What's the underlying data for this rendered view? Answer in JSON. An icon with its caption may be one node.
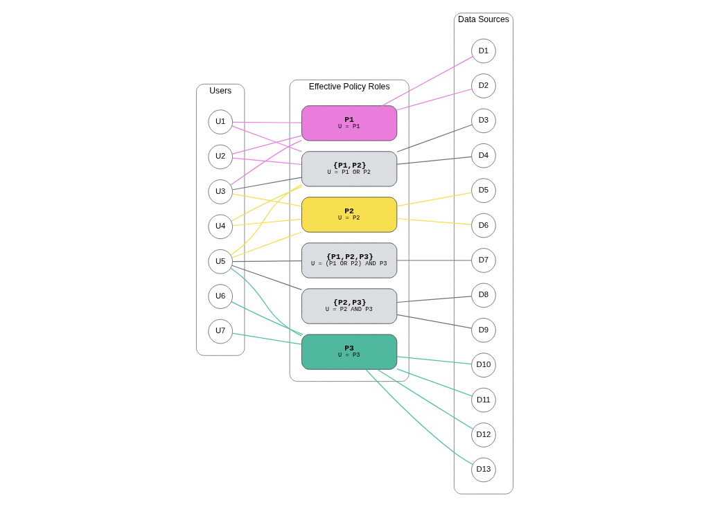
{
  "diagram": {
    "nodes": [
      {
        "text": [
          "Users"
        ]
      },
      {
        "text": [
          "U1"
        ],
        "in": 0
      },
      {
        "text": [
          "U2"
        ],
        "in": 0
      },
      {
        "text": [
          "U3"
        ],
        "in": 0
      },
      {
        "text": [
          "U4"
        ],
        "in": 0
      },
      {
        "text": [
          "U5"
        ],
        "in": 0
      },
      {
        "text": [
          "U6"
        ],
        "in": 0
      },
      {
        "text": [
          "U7"
        ],
        "in": 0
      },
      {
        "text": [
          "Effective Policy Roles"
        ]
      },
      {
        "text": [
          "P1",
          "U = P1"
        ],
        "in": 8
      },
      {
        "text": [
          "{P1,P2}",
          "U = P1 OR P2"
        ],
        "in": 8
      },
      {
        "text": [
          "P2",
          "U = P2"
        ],
        "in": 8
      },
      {
        "text": [
          "{P1,P2,P3}",
          "U = (P1 OR P2) AND P3"
        ],
        "in": 8
      },
      {
        "text": [
          "{P2,P3}",
          "U = P2 AND P3"
        ],
        "in": 8
      },
      {
        "text": [
          "P3",
          "U = P3"
        ],
        "in": 8
      },
      {
        "text": [
          "Data Sources"
        ]
      },
      {
        "text": [
          "D1"
        ],
        "in": 15
      },
      {
        "text": [
          "D2"
        ],
        "in": 15
      },
      {
        "text": [
          "D3"
        ],
        "in": 15
      },
      {
        "text": [
          "D4"
        ],
        "in": 15
      },
      {
        "text": [
          "D5"
        ],
        "in": 15
      },
      {
        "text": [
          "D6"
        ],
        "in": 15
      },
      {
        "text": [
          "D7"
        ],
        "in": 15
      },
      {
        "text": [
          "D8"
        ],
        "in": 15
      },
      {
        "text": [
          "D9"
        ],
        "in": 15
      },
      {
        "text": [
          "D10"
        ],
        "in": 15
      },
      {
        "text": [
          "D11"
        ],
        "in": 15
      },
      {
        "text": [
          "D12"
        ],
        "in": 15
      },
      {
        "text": [
          "D13"
        ],
        "in": 15
      }
    ],
    "edges": [
      {
        "from": 1,
        "to": 9,
        "arrow": "none",
        "color": "#e97ee0"
      },
      {
        "from": 1,
        "to": 10,
        "arrow": "none",
        "color": "#e97ee0"
      },
      {
        "from": 2,
        "to": 9,
        "arrow": "none",
        "color": "#e97ee0"
      },
      {
        "from": 2,
        "to": 10,
        "arrow": "none",
        "color": "#e97ee0"
      },
      {
        "from": 3,
        "to": 9,
        "arrow": "none",
        "color": "#e97ee0"
      },
      {
        "from": 3,
        "to": 10,
        "arrow": "none",
        "color": "#6b7280"
      },
      {
        "from": 3,
        "to": 11,
        "arrow": "none",
        "color": "#f7dd4c"
      },
      {
        "from": 4,
        "to": 10,
        "arrow": "none",
        "color": "#f7dd4c"
      },
      {
        "from": 4,
        "to": 11,
        "arrow": "none",
        "color": "#f7dd4c"
      },
      {
        "from": 5,
        "to": 10,
        "arrow": "none",
        "color": "#f7dd4c"
      },
      {
        "from": 5,
        "to": 11,
        "arrow": "none",
        "color": "#f7dd4c"
      },
      {
        "from": 5,
        "to": 12,
        "arrow": "none",
        "color": "#6b7280"
      },
      {
        "from": 5,
        "to": 13,
        "arrow": "none",
        "color": "#6b7280"
      },
      {
        "from": 5,
        "to": 14,
        "arrow": "none",
        "color": "#4fbfa5"
      },
      {
        "from": 6,
        "to": 14,
        "arrow": "none",
        "color": "#4fbfa5"
      },
      {
        "from": 7,
        "to": 14,
        "arrow": "none",
        "color": "#4fbfa5"
      },
      {
        "from": 9,
        "to": 16,
        "arrow": "none",
        "color": "#e97ee0"
      },
      {
        "from": 9,
        "to": 17,
        "arrow": "none",
        "color": "#e97ee0"
      },
      {
        "from": 10,
        "to": 18,
        "arrow": "none",
        "color": "#6b7280"
      },
      {
        "from": 10,
        "to": 19,
        "arrow": "none",
        "color": "#6b7280"
      },
      {
        "from": 11,
        "to": 20,
        "arrow": "none",
        "color": "#f7dd4c"
      },
      {
        "from": 11,
        "to": 21,
        "arrow": "none",
        "color": "#f7dd4c"
      },
      {
        "from": 12,
        "to": 22,
        "arrow": "none",
        "color": "#6b7280"
      },
      {
        "from": 13,
        "to": 23,
        "arrow": "none",
        "color": "#6b7280"
      },
      {
        "from": 13,
        "to": 24,
        "arrow": "none",
        "color": "#6b7280"
      },
      {
        "from": 14,
        "to": 25,
        "arrow": "none",
        "color": "#4fbfa5"
      },
      {
        "from": 14,
        "to": 26,
        "arrow": "none",
        "color": "#4fbfa5"
      },
      {
        "from": 14,
        "to": 27,
        "arrow": "none",
        "color": "#4fbfa5"
      },
      {
        "from": 14,
        "to": 28,
        "arrow": "none",
        "color": "#4fbfa5"
      }
    ]
  }
}
